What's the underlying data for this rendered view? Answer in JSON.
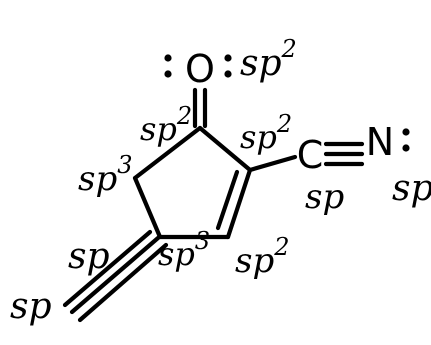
{
  "atoms": {
    "oxygen": "O",
    "carbon": "C",
    "nitrogen": "N"
  },
  "labels": {
    "oxygen": {
      "base": "sp",
      "sup": "2"
    },
    "carbonyl_carbon": {
      "base": "sp",
      "sup": "2"
    },
    "ring_carbon_nitrile": {
      "base": "sp",
      "sup": "2"
    },
    "ch2_carbon": {
      "base": "sp",
      "sup": "3"
    },
    "nitrile_carbon": {
      "base": "sp",
      "sup": ""
    },
    "nitrogen": {
      "base": "sp",
      "sup": ""
    },
    "alkene_carbon": {
      "base": "sp",
      "sup": "2"
    },
    "ch_carbon": {
      "base": "sp",
      "sup": "3"
    },
    "alkyne_inner_carbon": {
      "base": "sp",
      "sup": ""
    },
    "alkyne_terminal_carbon": {
      "base": "sp",
      "sup": ""
    }
  },
  "colors": {
    "ink": "#000000",
    "background": "#ffffff"
  }
}
